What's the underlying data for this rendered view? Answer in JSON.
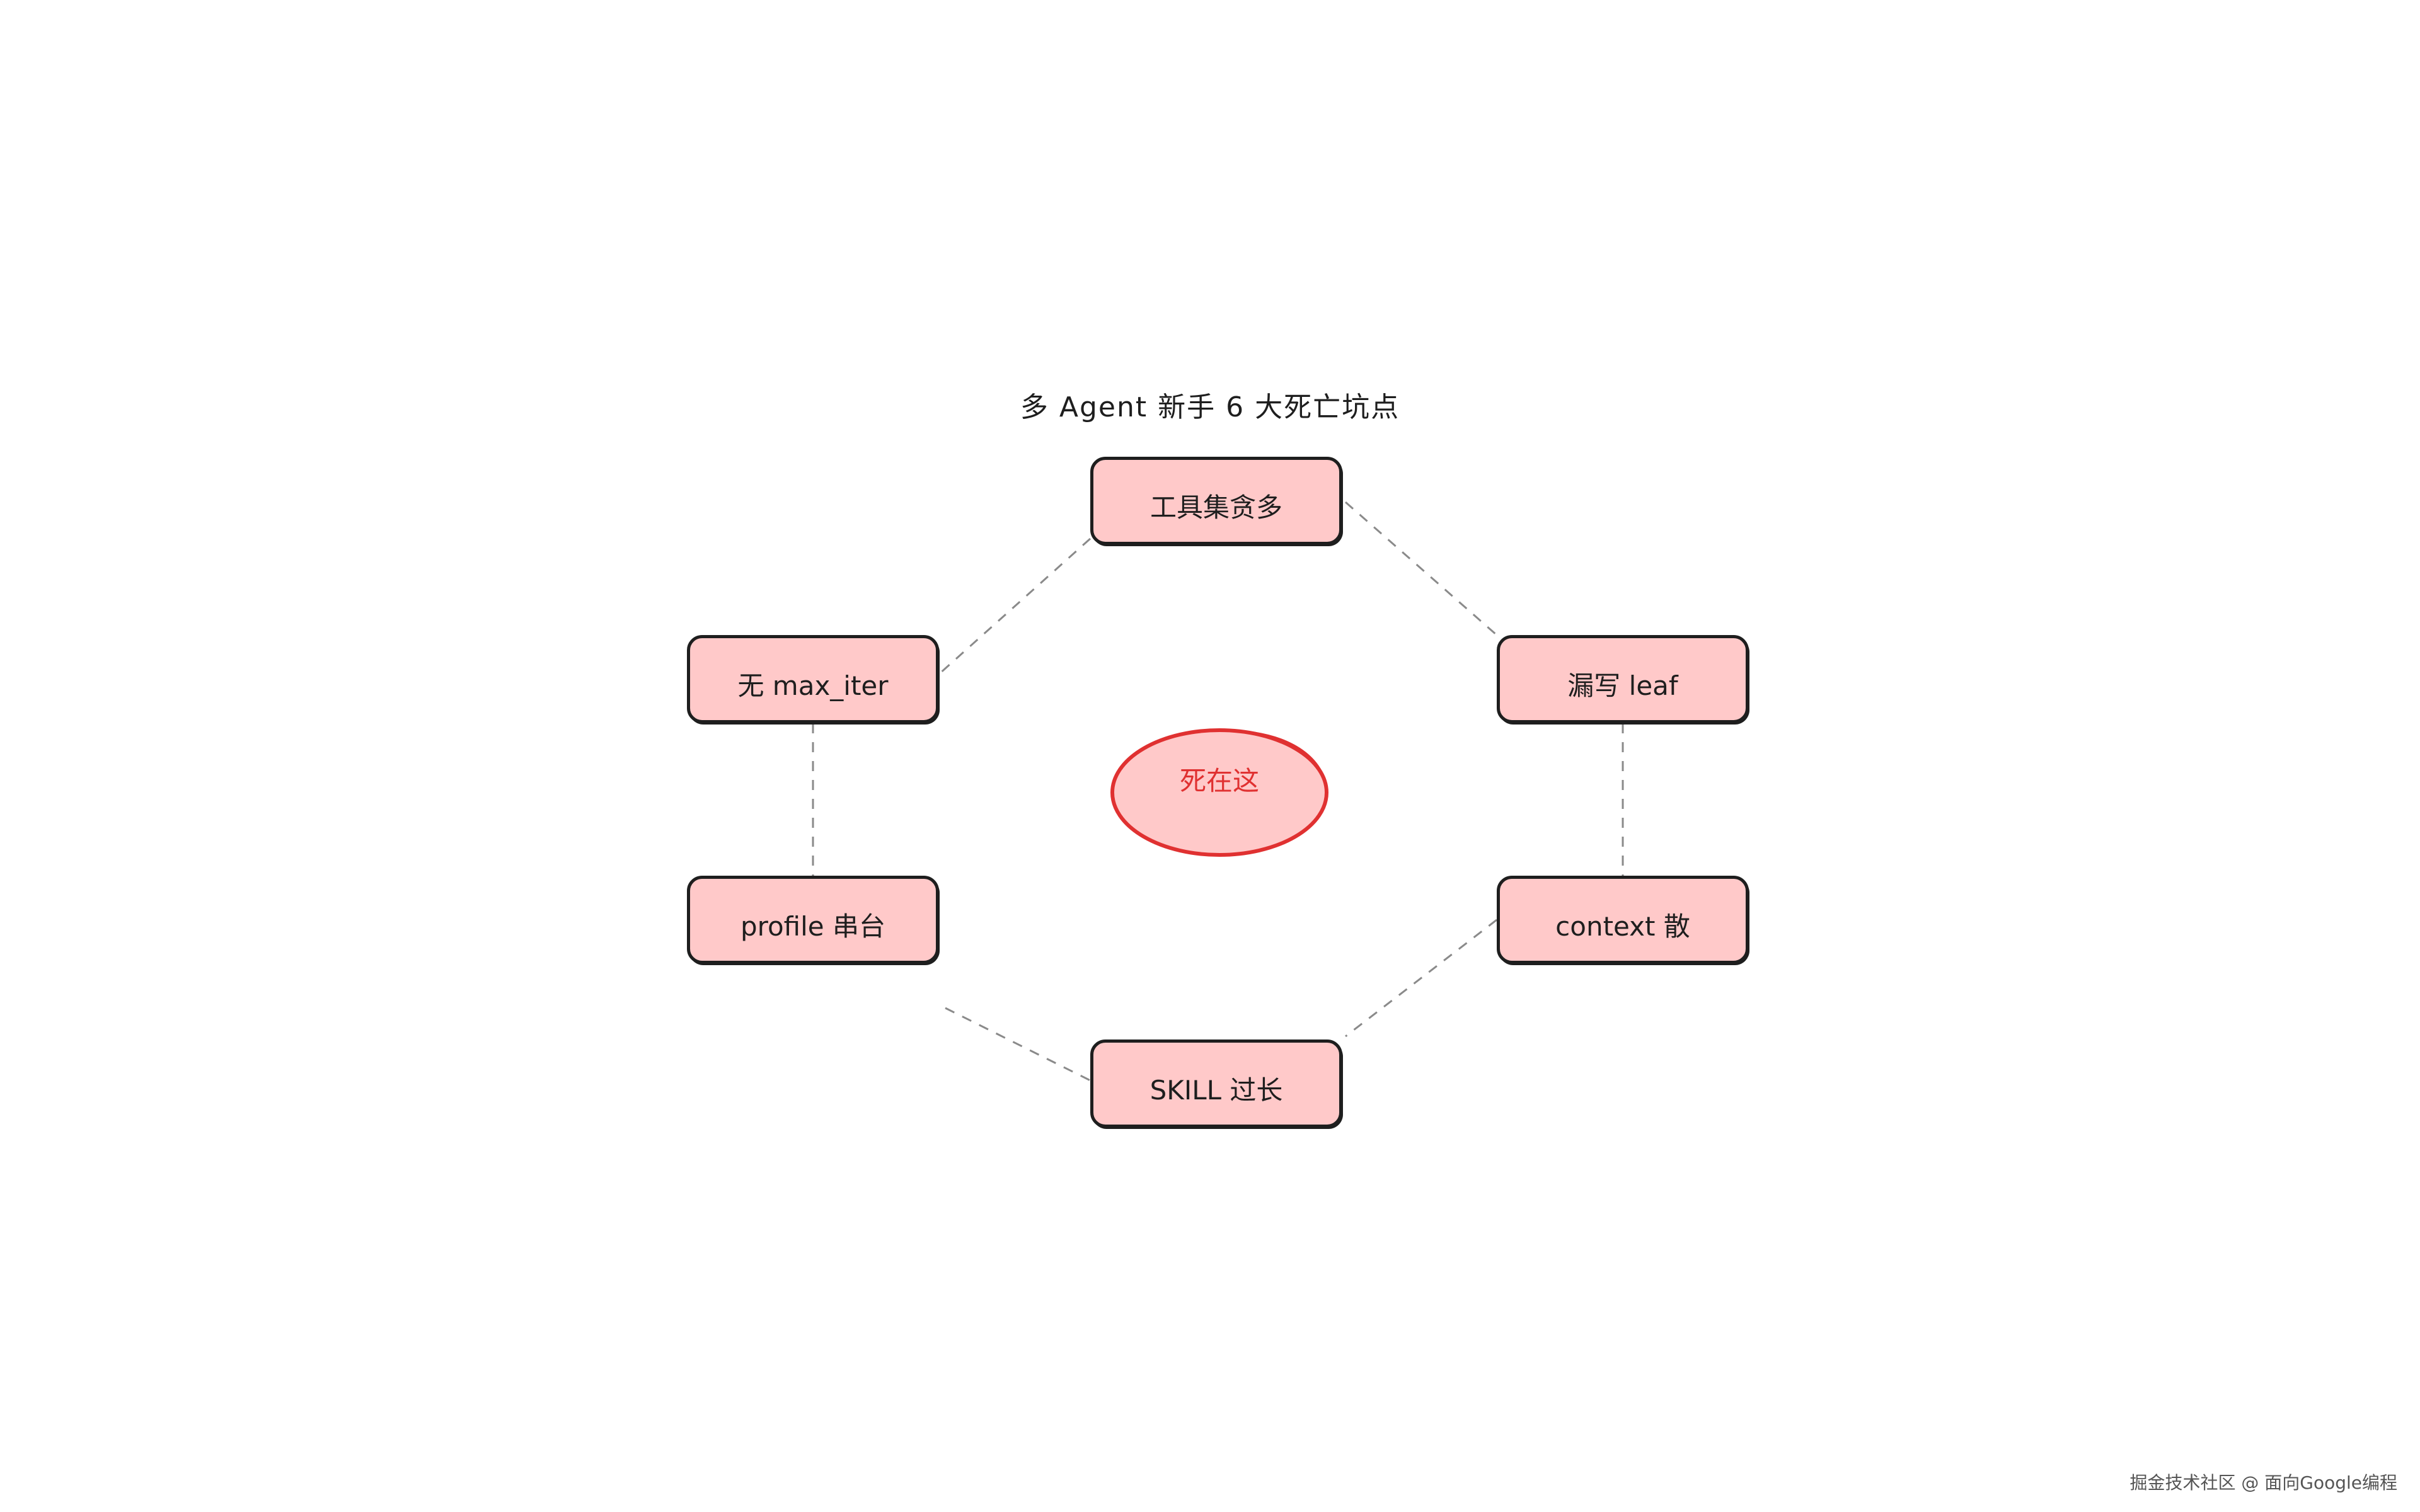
{
  "title": "多 Agent 新手 6 大死亡坑点",
  "center": {
    "label": "死在这",
    "stroke_color": "#e03131",
    "fill_color": "#ffc9c9"
  },
  "nodes": [
    {
      "id": "top",
      "label": "工具集贪多"
    },
    {
      "id": "upper-left",
      "label": "无 max_iter"
    },
    {
      "id": "upper-right",
      "label": "漏写 leaf"
    },
    {
      "id": "lower-left",
      "label": "profile 串台"
    },
    {
      "id": "lower-right",
      "label": "context 散"
    },
    {
      "id": "bottom",
      "label": "SKILL 过长"
    }
  ],
  "connector_style": "dashed",
  "node_fill_color": "#ffc9c9",
  "node_stroke_color": "#1e1e1e",
  "watermark": "掘金技术社区 @ 面向Google编程"
}
